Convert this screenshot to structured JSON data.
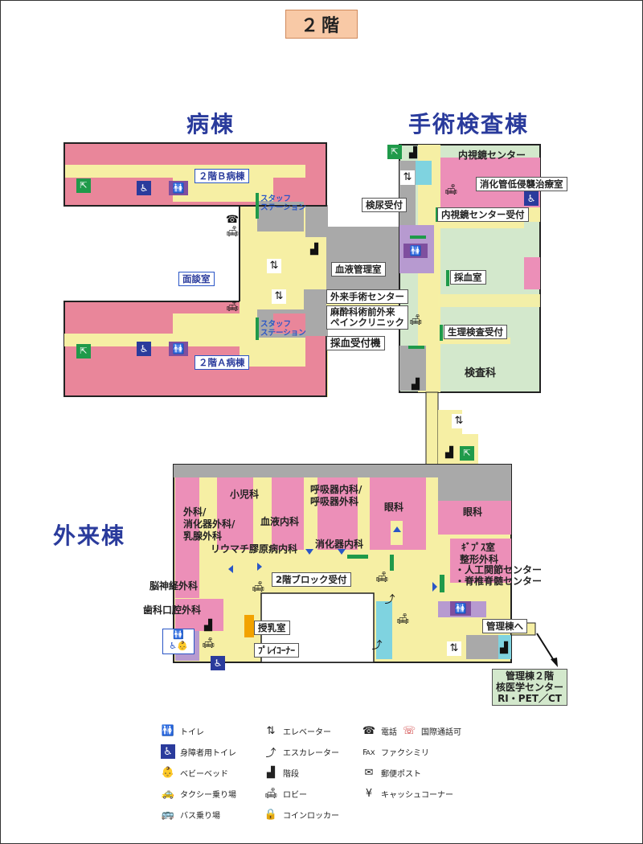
{
  "floor_title": "２階",
  "wings": {
    "ward": "病棟",
    "surgery": "手術検査棟",
    "outpatient": "外来棟"
  },
  "labels": {
    "ward_b": "２階Ｂ病棟",
    "ward_a": "２階Ａ病棟",
    "interview": "面談室",
    "staff_station_top": "スタッフ\nステーション",
    "staff_station_bottom": "スタッフ\nステーション",
    "endoscopy_center": "内視鏡センター",
    "digestive_minimal": "消化管低侵襲治療室",
    "urine_reception": "検尿受付",
    "endoscopy_reception": "内視鏡センター受付",
    "blood_management": "血液管理室",
    "blood_collection": "採血室",
    "outpatient_surgery": "外来手術センター",
    "anesthesia_line1": "麻酔科術前外来",
    "anesthesia_line2": "ペインクリニック",
    "blood_reception_machine": "採血受付機",
    "physiology_reception": "生理検査受付",
    "lab_dept": "検査科",
    "pediatrics": "小児科",
    "respiratory_line1": "呼吸器内科/",
    "respiratory_line2": "呼吸器外科",
    "ophthalmology_a": "眼科",
    "ophthalmology_b": "眼科",
    "surgery_line1": "外科/",
    "surgery_line2": "消化器外科/",
    "surgery_line3": "乳腺外科",
    "hematology": "血液内科",
    "rheumatology": "リウマチ膠原病内科",
    "gastro_internal": "消化器内科",
    "cast_room": "ｷﾞﾌﾟｽ室",
    "orthopedics": "整形外科",
    "joint_center": "・人工関節センター",
    "spine_center": "・脊椎脊髄センター",
    "block2_reception": "2階ブロック受付",
    "neurosurgery": "脳神経外科",
    "dental": "歯科口腔外科",
    "nursing_room": "授乳室",
    "play_corner": "ﾌﾟﾚｲｺｰﾅｰ",
    "to_admin": "管理棟へ",
    "admin_box_line1": "管理棟２階",
    "admin_box_line2": "核医学センター",
    "admin_box_line3": "RI・PET／CT"
  },
  "legend": [
    {
      "icon": "toilet-icon",
      "glyph": "🚻",
      "label": "トイレ"
    },
    {
      "icon": "accessible-toilet-icon",
      "glyph": "♿",
      "label": "身障者用トイレ"
    },
    {
      "icon": "baby-bed-icon",
      "glyph": "👶",
      "label": "ベビーベッド"
    },
    {
      "icon": "taxi-icon",
      "glyph": "🚕",
      "label": "タクシー乗り場"
    },
    {
      "icon": "bus-icon",
      "glyph": "🚌",
      "label": "バス乗り場"
    },
    {
      "icon": "elevator-icon",
      "glyph": "⇅",
      "label": "エレベーター"
    },
    {
      "icon": "escalator-icon",
      "glyph": "⤴",
      "label": "エスカレーター"
    },
    {
      "icon": "stairs-icon",
      "glyph": "▟",
      "label": "階段"
    },
    {
      "icon": "lobby-icon",
      "glyph": "🛋",
      "label": "ロビー"
    },
    {
      "icon": "coin-locker-icon",
      "glyph": "🔒",
      "label": "コインロッカー"
    },
    {
      "icon": "phone-icon",
      "glyph": "☎",
      "label": "電話"
    },
    {
      "icon": "intl-phone-icon",
      "glyph": "☏",
      "label": "国際通話可"
    },
    {
      "icon": "fax-icon",
      "glyph": "℻",
      "label": "ファクシミリ"
    },
    {
      "icon": "mailbox-icon",
      "glyph": "✉",
      "label": "郵便ポスト"
    },
    {
      "icon": "atm-icon",
      "glyph": "¥",
      "label": "キャッシュコーナー"
    }
  ],
  "colors": {
    "room_pink": "#e9869a",
    "corridor_yellow": "#f6efa4",
    "service_gray": "#a9a9a9",
    "lab_green": "#d3e8cc",
    "dept_pink": "#ec8fb8",
    "wc_purple": "#b79ad0",
    "water_cyan": "#7fd3e0",
    "accent_blue": "#2a3b9c"
  }
}
